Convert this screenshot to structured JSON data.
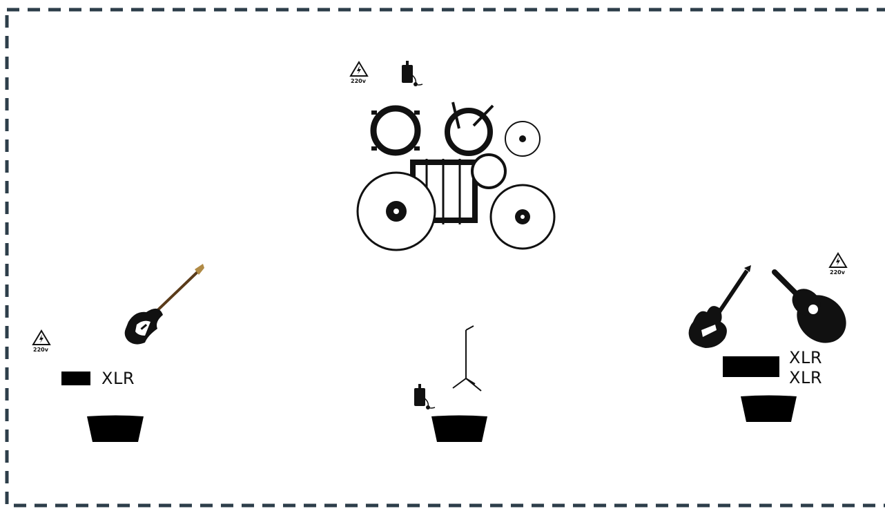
{
  "labels": {
    "bass_xlr": "XLR",
    "guitar_xlr_1": "XLR",
    "guitar_xlr_2": "XLR"
  },
  "power_icon_text": "220v",
  "icons": {
    "power": "high-voltage-warning-icon",
    "in_ear": "in-ear-monitor-pack-icon",
    "drums": "drum-kit-icon",
    "bass": "bass-guitar-icon",
    "electric_guitar": "electric-guitar-icon",
    "acoustic_guitar": "acoustic-guitar-icon",
    "mic_stand": "microphone-stand-icon",
    "monitor": "floor-monitor-wedge-icon",
    "di_box": "di-box-icon"
  },
  "colors": {
    "border": "#2d3e4a",
    "ink": "#111111",
    "background": "#ffffff"
  }
}
